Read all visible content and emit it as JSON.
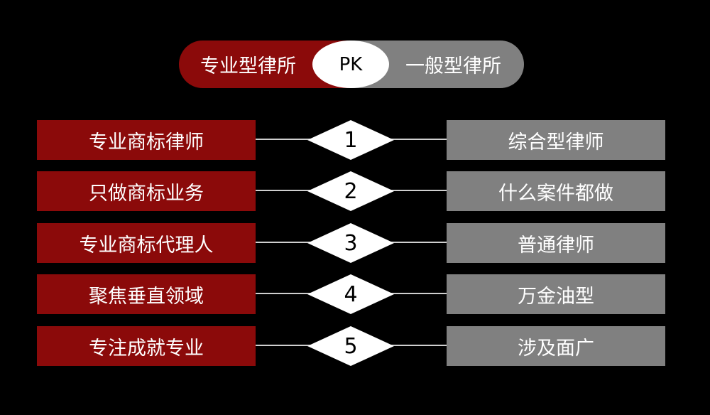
{
  "colors": {
    "red": "#8b0a0a",
    "gray": "#808080"
  },
  "header": {
    "left": "专业型律所",
    "pk": "PK",
    "right": "一般型律所"
  },
  "rows": [
    {
      "num": "1",
      "left": "专业商标律师",
      "right": "综合型律师"
    },
    {
      "num": "2",
      "left": "只做商标业务",
      "right": "什么案件都做"
    },
    {
      "num": "3",
      "left": "专业商标代理人",
      "right": "普通律师"
    },
    {
      "num": "4",
      "left": "聚焦垂直领域",
      "right": "万金油型"
    },
    {
      "num": "5",
      "left": "专注成就专业",
      "right": "涉及面广"
    }
  ]
}
